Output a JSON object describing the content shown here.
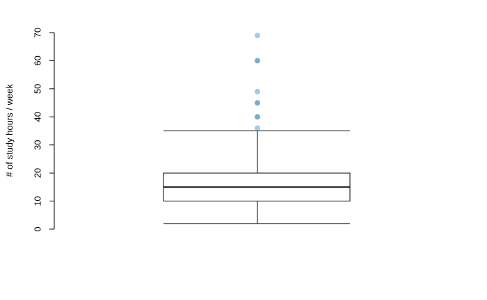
{
  "chart_data": {
    "type": "boxplot",
    "title": "",
    "xlabel": "",
    "ylabel": "# of study hours / week",
    "ylim": [
      0,
      70
    ],
    "yticks": [
      0,
      10,
      20,
      30,
      40,
      50,
      60,
      70
    ],
    "grid": false,
    "legend": "none",
    "box": {
      "whisker_low": 2,
      "q1": 10,
      "median": 15,
      "q3": 20,
      "whisker_high": 35
    },
    "outliers": [
      {
        "value": 69,
        "count": 1
      },
      {
        "value": 60,
        "count": 3
      },
      {
        "value": 49,
        "count": 1
      },
      {
        "value": 45,
        "count": 2
      },
      {
        "value": 40,
        "count": 3
      },
      {
        "value": 36,
        "count": 1
      }
    ],
    "colors": {
      "outlier": "#9cc5dc",
      "outlier_dense": "#5e9fc6",
      "box_line": "#000000"
    }
  }
}
